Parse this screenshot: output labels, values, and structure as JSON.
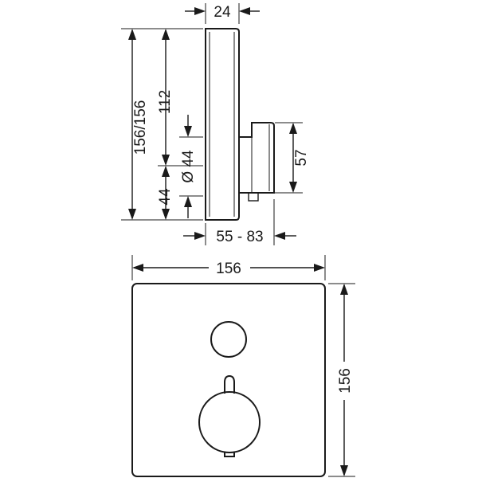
{
  "dimensions": {
    "depth_top": "24",
    "total_height": "156/156",
    "upper_height": "112",
    "button_diameter": "Ø 44",
    "lower_offset": "44",
    "handle_height": "57",
    "depth_range": "55 - 83",
    "plate_width": "156",
    "plate_height": "156"
  }
}
